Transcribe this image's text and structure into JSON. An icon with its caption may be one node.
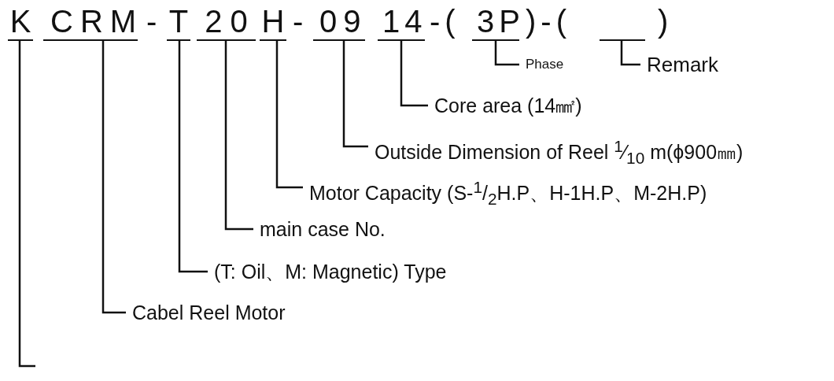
{
  "diagram": {
    "nodes": [
      {
        "text": [
          "K"
        ]
      },
      {
        "text": [
          "CRM"
        ]
      },
      {
        "text": [
          "T"
        ]
      },
      {
        "text": [
          "20"
        ]
      },
      {
        "text": [
          "H"
        ]
      },
      {
        "text": [
          "09"
        ]
      },
      {
        "text": [
          "14"
        ]
      },
      {
        "text": [
          "3P"
        ]
      },
      {
        "text": [],
        "shape": "line"
      },
      {
        "text": [
          "Phase"
        ]
      },
      {
        "text": [
          "Remark"
        ]
      },
      {
        "text": [
          "Core area (14㎟)"
        ]
      },
      {
        "text": [
          "Outside Dimension of Reel $^{1}$⁄$_{10}$ m(ϕ900㎜)"
        ]
      },
      {
        "text": [
          "Motor Capacity (S-$^{1}$/$_{2}$H.P、H-1H.P、M-2H.P)"
        ]
      },
      {
        "text": [
          "main case No."
        ]
      },
      {
        "text": [
          "(T: Oil、M: Magnetic) Type"
        ]
      },
      {
        "text": [
          "Cabel Reel Motor"
        ]
      }
    ],
    "edges": [
      {
        "from": 7,
        "to": 9,
        "arrow": "none"
      },
      {
        "from": 8,
        "to": 10,
        "arrow": "none"
      },
      {
        "from": 6,
        "to": 11,
        "arrow": "none"
      },
      {
        "from": 5,
        "to": 12,
        "arrow": "none"
      },
      {
        "from": 4,
        "to": 13,
        "arrow": "none"
      },
      {
        "from": 3,
        "to": 14,
        "arrow": "none"
      },
      {
        "from": 2,
        "to": 15,
        "arrow": "none"
      },
      {
        "from": 1,
        "to": 16,
        "arrow": "none"
      },
      {
        "from": 0,
        "to": null,
        "arrow": "none"
      }
    ],
    "labels": [
      "-",
      "-",
      "-(",
      ")-(",
      ")"
    ]
  }
}
